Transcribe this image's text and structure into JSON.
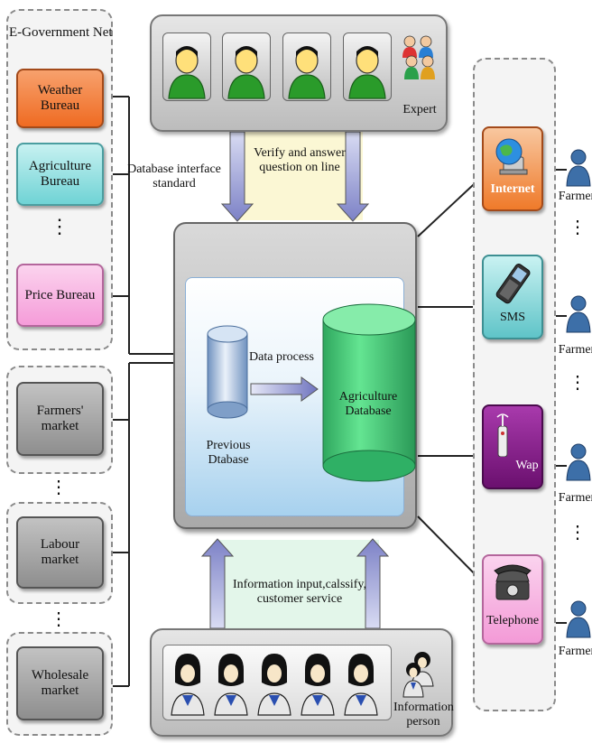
{
  "egov": {
    "title": "E-Government Net",
    "weather": "Weather  Bureau",
    "agriculture": "Agriculture Bureau",
    "price": "Price Bureau",
    "ellipsis": "⋮"
  },
  "markets": {
    "farmers": "Farmers' market",
    "labour": "Labour market",
    "wholesale": "Wholesale market",
    "ellipsis": "⋮"
  },
  "labels": {
    "db_interface": "Database interface standard",
    "verify": "Verify and answer question on line",
    "info_input": "Information input,calssify, customer service",
    "expert": "Expert",
    "info_person": "Information person"
  },
  "center": {
    "data_process": "Data process",
    "previous_db": "Previous Dtabase",
    "agri_db": "Agriculture Database"
  },
  "channels": {
    "internet": "Internet",
    "sms": "SMS",
    "wap": "Wap",
    "telephone": "Telephone"
  },
  "farmers": {
    "label": "Farmer",
    "ellipsis": "⋮"
  },
  "colors": {
    "expert_figure": "#2a9b2a",
    "internet": "#f07b2a",
    "sms": "#66c8cc",
    "wap": "#8b1f8f",
    "telephone": "#f5a3dc",
    "agri_db": "#3dce72",
    "prev_db": "#a9c4e6",
    "farmer_icon": "#3d6fa8"
  }
}
